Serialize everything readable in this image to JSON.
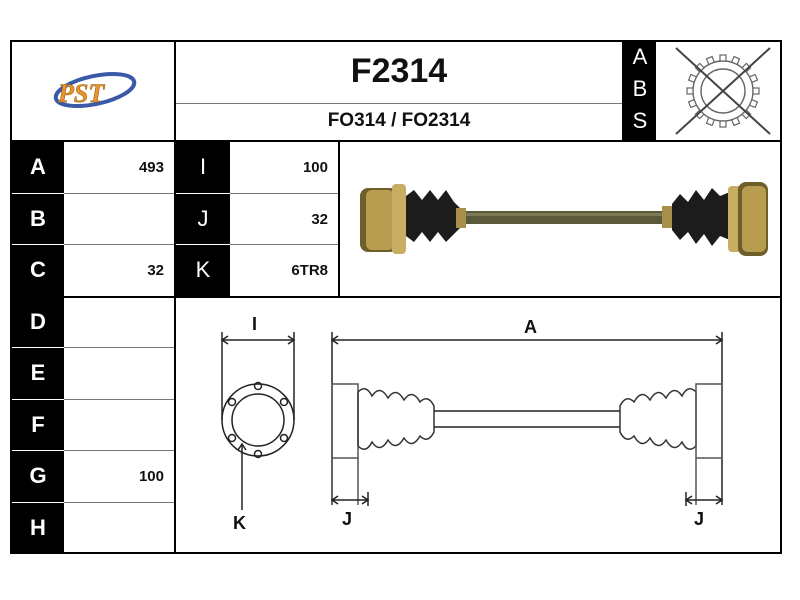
{
  "header": {
    "part_number": "F2314",
    "references": "FO314 / FO2314",
    "logo_text": "PST",
    "abs_letters": [
      "A",
      "B",
      "S"
    ]
  },
  "specs_left": [
    {
      "label": "A",
      "value": "493"
    },
    {
      "label": "B",
      "value": ""
    },
    {
      "label": "C",
      "value": "32"
    },
    {
      "label": "D",
      "value": ""
    },
    {
      "label": "E",
      "value": ""
    },
    {
      "label": "F",
      "value": ""
    },
    {
      "label": "G",
      "value": "100"
    },
    {
      "label": "H",
      "value": ""
    }
  ],
  "specs_mid": [
    {
      "label": "I",
      "value": "100"
    },
    {
      "label": "J",
      "value": "32"
    },
    {
      "label": "K",
      "value": "6TR8"
    }
  ],
  "diagram_labels": {
    "I": "I",
    "A": "A",
    "K": "K",
    "J_left": "J",
    "J_right": "J"
  },
  "colors": {
    "logo_orange": "#e8962a",
    "logo_blue": "#3a5aa8",
    "shaft": "#5a5a3a",
    "boot": "#1a1a1a",
    "flange": "#a8904a"
  }
}
